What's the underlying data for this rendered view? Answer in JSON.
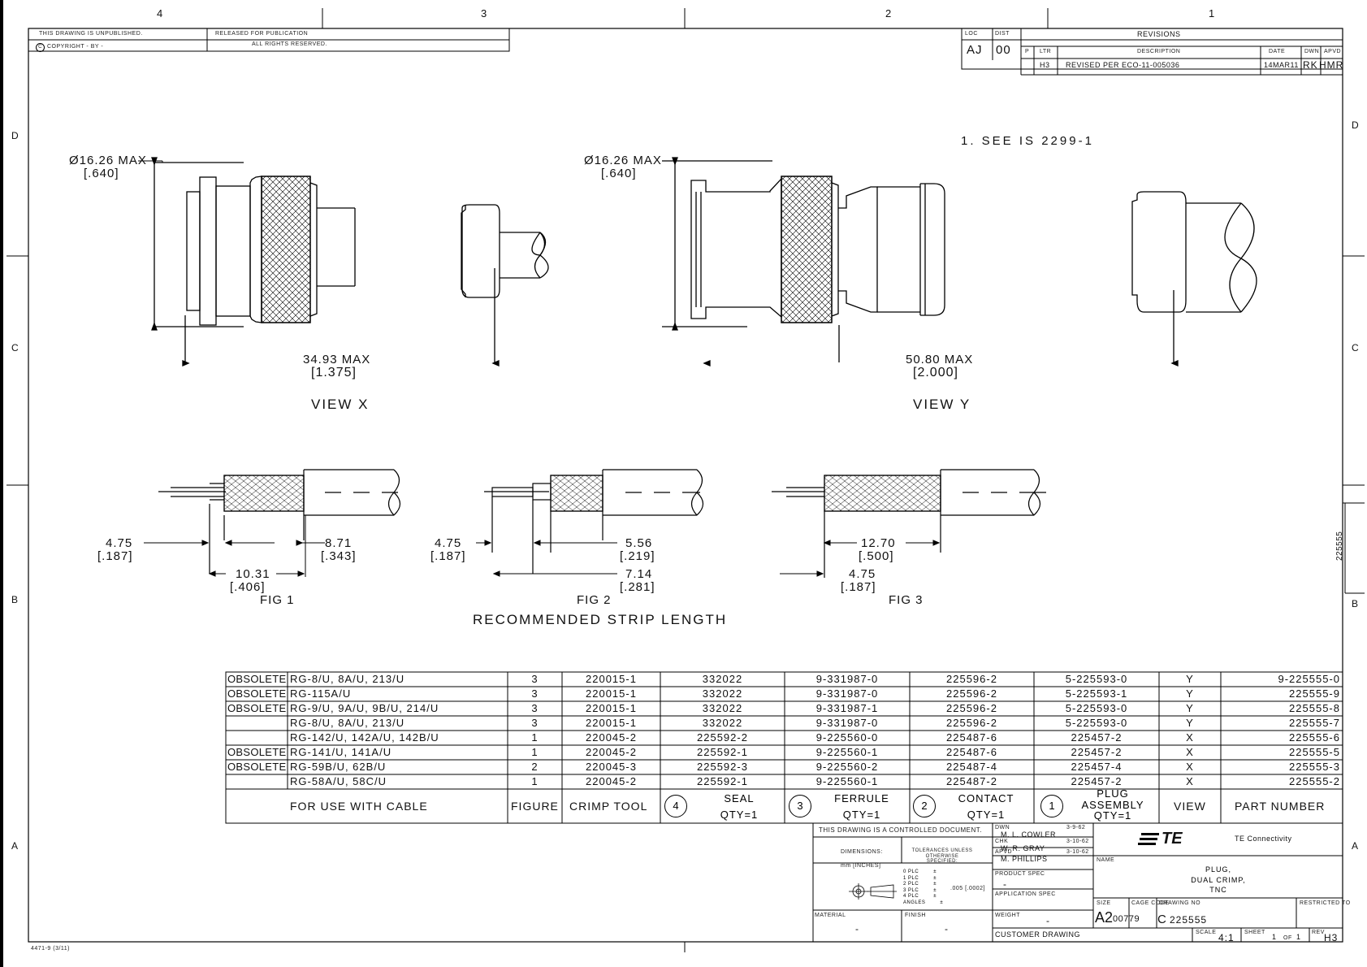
{
  "zones": {
    "columns": [
      "4",
      "3",
      "2",
      "1"
    ],
    "rows": [
      "D",
      "C",
      "B",
      "A"
    ]
  },
  "header": {
    "unpublished": "THIS DRAWING IS UNPUBLISHED.",
    "released": "RELEASED FOR PUBLICATION",
    "copyright": "COPYRIGHT  -  BY  -",
    "rights": "ALL RIGHTS RESERVED."
  },
  "revisions": {
    "title": "REVISIONS",
    "loc_label": "LOC",
    "loc_value": "AJ",
    "dist_label": "DIST",
    "dist_value": "00",
    "col_p": "P",
    "col_ltr": "LTR",
    "col_desc": "DESCRIPTION",
    "col_date": "DATE",
    "col_dwn": "DWN",
    "col_apvd": "APVD",
    "ltr": "H3",
    "desc": "REVISED PER ECO-11-005036",
    "date": "14MAR11",
    "dwn": "RK",
    "apvd": "HMR"
  },
  "note": "1.  SEE IS 2299-1",
  "view_x": {
    "diameter": "Ø16.26 MAX",
    "diameter_in": "[.640]",
    "length": "34.93 MAX",
    "length_in": "[1.375]",
    "label": "VIEW  X"
  },
  "view_y": {
    "diameter": "Ø16.26 MAX",
    "diameter_in": "[.640]",
    "length": "50.80 MAX",
    "length_in": "[2.000]",
    "label": "VIEW  Y"
  },
  "fig1": {
    "d1": "4.75",
    "d1_in": "[.187]",
    "d2": "8.71",
    "d2_in": "[.343]",
    "d3": "10.31",
    "d3_in": "[.406]",
    "label": "FIG  1"
  },
  "fig2": {
    "d1": "4.75",
    "d1_in": "[.187]",
    "d2": "5.56",
    "d2_in": "[.219]",
    "d3": "7.14",
    "d3_in": "[.281]",
    "label": "FIG  2"
  },
  "fig3": {
    "d1": "12.70",
    "d1_in": "[.500]",
    "d2": "4.75",
    "d2_in": "[.187]",
    "label": "FIG  3"
  },
  "strip_title": "RECOMMENDED STRIP LENGTH",
  "table": {
    "rows": [
      {
        "status": "OBSOLETE",
        "cable": "RG-8/U, 8A/U, 213/U",
        "figure": "3",
        "tool": "220015-1",
        "seal": "332022",
        "ferrule": "9-331987-0",
        "contact": "225596-2",
        "plug": "5-225593-0",
        "view": "Y",
        "part": "9-225555-0"
      },
      {
        "status": "OBSOLETE",
        "cable": "RG-115A/U",
        "figure": "3",
        "tool": "220015-1",
        "seal": "332022",
        "ferrule": "9-331987-0",
        "contact": "225596-2",
        "plug": "5-225593-1",
        "view": "Y",
        "part": "225555-9"
      },
      {
        "status": "OBSOLETE",
        "cable": "RG-9/U, 9A/U, 9B/U, 214/U",
        "figure": "3",
        "tool": "220015-1",
        "seal": "332022",
        "ferrule": "9-331987-1",
        "contact": "225596-2",
        "plug": "5-225593-0",
        "view": "Y",
        "part": "225555-8"
      },
      {
        "status": "",
        "cable": "RG-8/U, 8A/U, 213/U",
        "figure": "3",
        "tool": "220015-1",
        "seal": "332022",
        "ferrule": "9-331987-0",
        "contact": "225596-2",
        "plug": "5-225593-0",
        "view": "Y",
        "part": "225555-7"
      },
      {
        "status": "",
        "cable": "RG-142/U, 142A/U, 142B/U",
        "figure": "1",
        "tool": "220045-2",
        "seal": "225592-2",
        "ferrule": "9-225560-0",
        "contact": "225487-6",
        "plug": "225457-2",
        "view": "X",
        "part": "225555-6"
      },
      {
        "status": "OBSOLETE",
        "cable": "RG-141/U, 141A/U",
        "figure": "1",
        "tool": "220045-2",
        "seal": "225592-1",
        "ferrule": "9-225560-1",
        "contact": "225487-6",
        "plug": "225457-2",
        "view": "X",
        "part": "225555-5"
      },
      {
        "status": "OBSOLETE",
        "cable": "RG-59B/U, 62B/U",
        "figure": "2",
        "tool": "220045-3",
        "seal": "225592-3",
        "ferrule": "9-225560-2",
        "contact": "225487-4",
        "plug": "225457-4",
        "view": "X",
        "part": "225555-3"
      },
      {
        "status": "",
        "cable": "RG-58A/U, 58C/U",
        "figure": "1",
        "tool": "220045-2",
        "seal": "225592-1",
        "ferrule": "9-225560-1",
        "contact": "225487-2",
        "plug": "225457-2",
        "view": "X",
        "part": "225555-2"
      }
    ],
    "headers": {
      "cable": "FOR USE WITH CABLE",
      "figure": "FIGURE",
      "tool": "CRIMP TOOL",
      "seal_num": "4",
      "seal": "SEAL",
      "seal_qty": "QTY=1",
      "ferrule_num": "3",
      "ferrule": "FERRULE",
      "ferrule_qty": "QTY=1",
      "contact_num": "2",
      "contact": "CONTACT",
      "contact_qty": "QTY=1",
      "plug_num": "1",
      "plug": "PLUG",
      "plug2": "ASSEMBLY",
      "plug_qty": "QTY=1",
      "view": "VIEW",
      "part": "PART NUMBER"
    }
  },
  "title_block": {
    "controlled": "THIS DRAWING IS A CONTROLLED DOCUMENT.",
    "dim_label": "DIMENSIONS:",
    "dim_value": "mm [INCHES]",
    "tol_label": "TOLERANCES UNLESS OTHERWISE SPECIFIED:",
    "tol_places": [
      "0 PLC",
      "1 PLC",
      "2 PLC",
      "3 PLC",
      "4 PLC",
      "ANGLES"
    ],
    "tol_values": [
      "±",
      "±",
      "±",
      "±",
      "±",
      "±"
    ],
    "tol_note": ".005 [.0002]",
    "material_label": "MATERIAL",
    "material_value": "-",
    "finish_label": "FINISH",
    "finish_value": "-",
    "dwn_label": "DWN",
    "dwn_name": "M. L. COWLER",
    "dwn_date": "3-9-62",
    "chk_label": "CHK",
    "chk_name": "W. R. GRAY",
    "chk_date": "3-10-62",
    "apvd_label": "APVD",
    "apvd_name": "M. PHILLIPS",
    "apvd_date": "3-10-62",
    "product_spec_label": "PRODUCT SPEC",
    "product_spec_value": "-",
    "app_spec_label": "APPLICATION SPEC",
    "weight_label": "WEIGHT",
    "weight_value": "-",
    "company": "TE Connectivity",
    "logo": "TE",
    "name_label": "NAME",
    "name_lines": [
      "PLUG,",
      "DUAL CRIMP,",
      "TNC"
    ],
    "size_label": "SIZE",
    "size_value": "A2",
    "cage_label": "CAGE CODE",
    "cage_value": "00779",
    "dwg_label": "DRAWING NO",
    "dwg_prefix": "C",
    "dwg_value": "225555",
    "restricted_label": "RESTRICTED TO",
    "customer": "CUSTOMER DRAWING",
    "scale_label": "SCALE",
    "scale_value": "4:1",
    "sheet_label": "SHEET",
    "sheet_value": "1",
    "sheet_of": "OF",
    "sheet_total": "1",
    "rev_label": "REV",
    "rev_value": "H3"
  },
  "side_number": "225555",
  "form_number": "4471-9 (3/11)"
}
